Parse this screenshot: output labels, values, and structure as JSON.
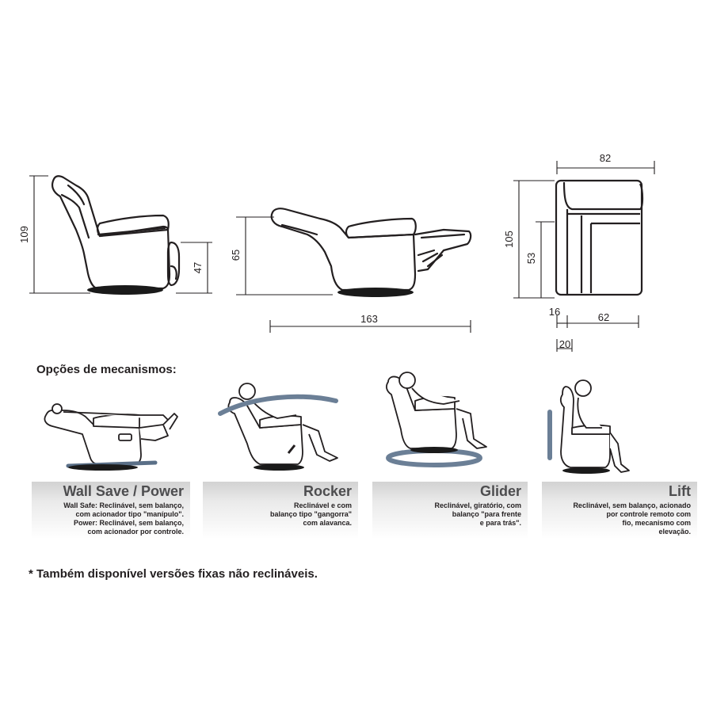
{
  "dimensions": {
    "side_height": "109",
    "side_seat_height": "47",
    "reclined_height": "65",
    "reclined_length": "163",
    "front_width": "82",
    "front_height": "105",
    "front_arm_height": "53",
    "front_arm_width": "16",
    "front_seat_width": "62",
    "front_base_offset": "20"
  },
  "section_title": "Opções de mecanismos:",
  "mechanisms": [
    {
      "title": "Wall Save / Power",
      "text": "Wall Safe: Reclinável, sem balanço,\ncom acionador tipo \"manípulo\".\nPower: Reclinável, sem balanço,\ncom acionador por controle."
    },
    {
      "title": "Rocker",
      "text": "Reclinável e com\nbalanço tipo \"gangorra\"\ncom alavanca."
    },
    {
      "title": "Glider",
      "text": "Reclinável, giratório, com\nbalanço \"para frente\ne para trás\"."
    },
    {
      "title": "Lift",
      "text": "Reclinável, sem balanço, acionado\npor controle remoto com\nfio, mecanismo com\nelevação."
    }
  ],
  "footnote": "* Também disponível versões fixas não reclináveis."
}
